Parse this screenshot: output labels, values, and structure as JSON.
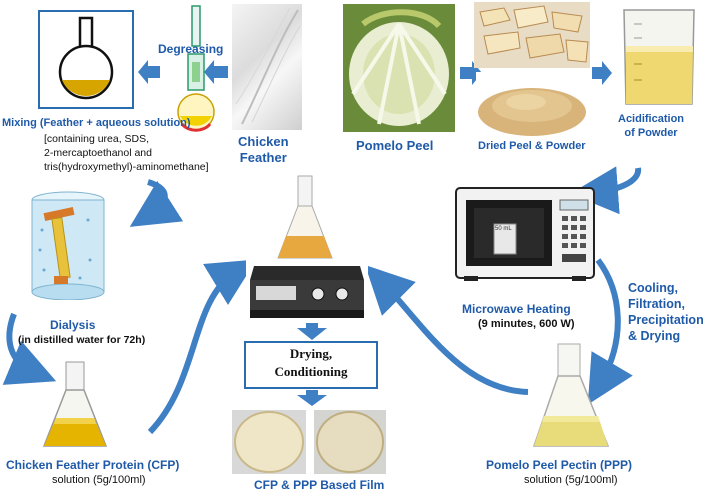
{
  "labels": {
    "degreasing": "Degreasing",
    "chicken_feather": "Chicken\nFeather",
    "mixing_title": "Mixing (Feather + aqueous solution)",
    "mixing_detail": "[containing urea, SDS,\n2-mercaptoethanol and\ntris(hydroxymethyl)-aminomethane]",
    "pomelo_peel": "Pomelo Peel",
    "dried_peel": "Dried Peel & Powder",
    "acidification": "Acidification\nof Powder",
    "dialysis": "Dialysis",
    "dialysis_detail": "(in distilled water for 72h)",
    "microwave": "Microwave Heating",
    "microwave_detail": "(9 minutes, 600 W)",
    "cooling": "Cooling,\nFiltration,\nPrecipitation\n& Drying",
    "drying": "Drying,\nConditioning",
    "cfp_title": "Chicken Feather Protein (CFP)",
    "cfp_detail": "solution (5g/100ml)",
    "ppp_title": "Pomelo Peel Pectin (PPP)",
    "ppp_detail": "solution (5g/100ml)",
    "film": "CFP & PPP Based Film",
    "beaker_mark": "50 mL"
  },
  "colors": {
    "arrow_blue": "#3f7fc4",
    "label_blue": "#1f5aa8",
    "liquid_yellow": "#e0b000"
  }
}
